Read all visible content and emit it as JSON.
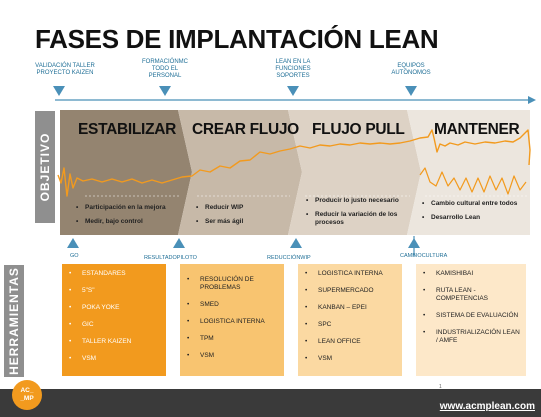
{
  "title": "FASES DE IMPLANTACIÓN LEAN",
  "timeline_top": [
    {
      "label": "VALIDACIÓN TALLER PROYECTO KAIZEN"
    },
    {
      "label": "FORMACIÓNMC TODO EL PERSONAL"
    },
    {
      "label": "LEAN EN LA FUNCIONES SOPORTES"
    },
    {
      "label": "EQUIPOS AUTÓNOMOS"
    }
  ],
  "side_labels": {
    "objetivo": "OBJETIVO",
    "herramientas": "HERRAMIENTAS"
  },
  "phases": [
    {
      "name": "ESTABILIZAR",
      "objectives": [
        "Participación en la mejora",
        "Medir, bajo control"
      ]
    },
    {
      "name": "CREAR FLUJO",
      "objectives": [
        "Reducir WIP",
        "Ser más ágil"
      ]
    },
    {
      "name": "FLUJO PULL",
      "objectives": [
        "Producir lo justo necesario",
        "Reducir la variación de los procesos"
      ]
    },
    {
      "name": "MANTENER",
      "objectives": [
        "Cambio cultural entre todos",
        "Desarrollo Lean"
      ]
    }
  ],
  "timeline_bottom": [
    {
      "label": "GO"
    },
    {
      "label": "RESULTADOPILOTO"
    },
    {
      "label": "REDUCCIÓNWIP"
    },
    {
      "label": "CAMBIOCULTURA"
    }
  ],
  "tools": [
    [
      "ESTANDARES",
      "5\"S\"",
      "POKA YOKE",
      "GIC",
      "TALLER KAIZEN",
      "VSM"
    ],
    [
      "RESOLUCIÓN DE PROBLEMAS",
      "SMED",
      "LOGISTICA INTERNA",
      "TPM",
      "VSM"
    ],
    [
      "LOGISTICA INTERNA",
      "SUPERMERCADO",
      "KANBAN – EPEI",
      "SPC",
      "LEAN OFFICE",
      "VSM"
    ],
    [
      "KAMISHIBAI",
      "RUTA LEAN - COMPETENCIAS",
      "SISTEMA DE EVALUACIÓN",
      "INDUSTRIALIZACIÓN LEAN / AMFE"
    ]
  ],
  "logo": {
    "line1": "AC_",
    "line2": "_MP"
  },
  "page_number": "1",
  "url": "www.acmplean.com",
  "colors": {
    "phase_dark": "#948470",
    "phase_mid": "#c7b9a8",
    "phase_light": "#ddd2c5",
    "phase_lightest": "#ece6de",
    "line_orange": "#f29a1e",
    "tool_dark": "#f29a1e",
    "tool_mid": "#f8c470",
    "tool_light": "#fbd9a2",
    "tool_lightest": "#fde8c9",
    "timeline": "#4a90b8",
    "side": "#8f8f8f"
  }
}
